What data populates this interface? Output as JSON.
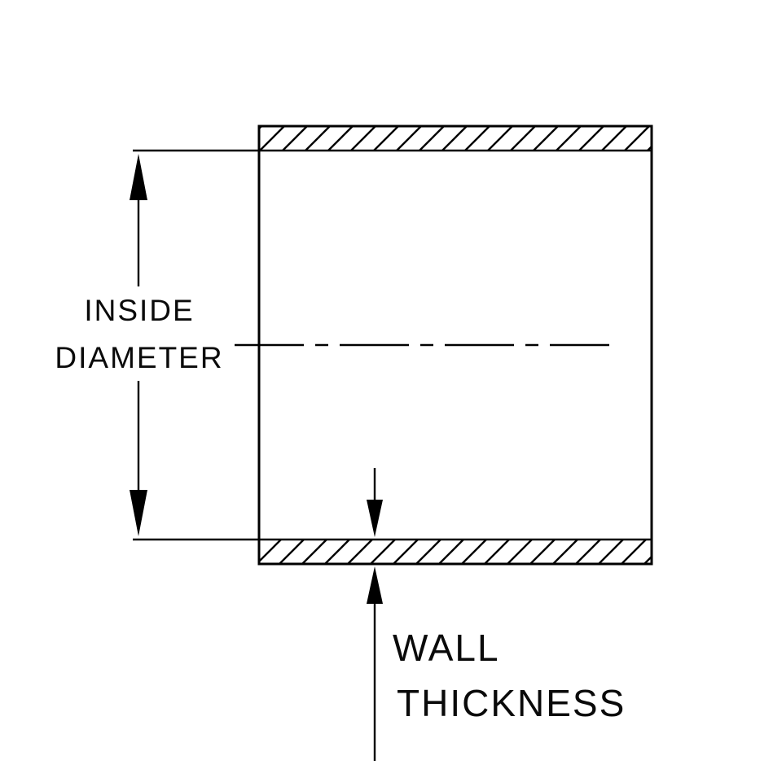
{
  "diagram": {
    "colors": {
      "line": "#000000",
      "background": "#ffffff"
    },
    "labels": {
      "inside_diameter": {
        "line1": "INSIDE",
        "line2": "DIAMETER"
      },
      "wall_thickness": {
        "line1": "WALL",
        "line2": "THICKNESS"
      }
    }
  }
}
